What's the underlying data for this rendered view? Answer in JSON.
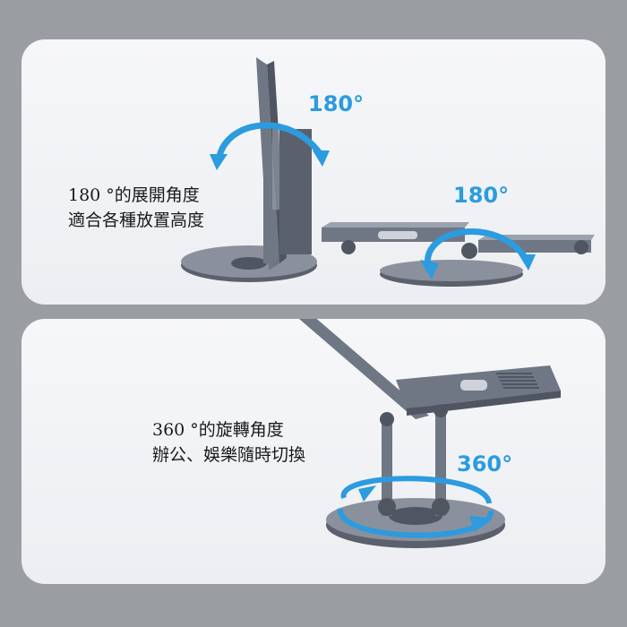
{
  "top": {
    "caption_line1": "180 °的展開角度",
    "caption_line2": "適合各種放置高度",
    "badge_left": "180°",
    "badge_right": "180°"
  },
  "bottom": {
    "caption_line1": "360 °的旋轉角度",
    "caption_line2": "辦公、娛樂隨時切換",
    "badge": "360°"
  },
  "colors": {
    "accent": "#2c9be0",
    "metal": "#6f7784",
    "metal_dark": "#4f5662",
    "metal_light": "#9aa2ad",
    "background": "#9a9ea3",
    "panel": "#f2f3f5"
  },
  "icons": [
    "rotate-arrow-icon",
    "swivel-arrow-icon"
  ]
}
